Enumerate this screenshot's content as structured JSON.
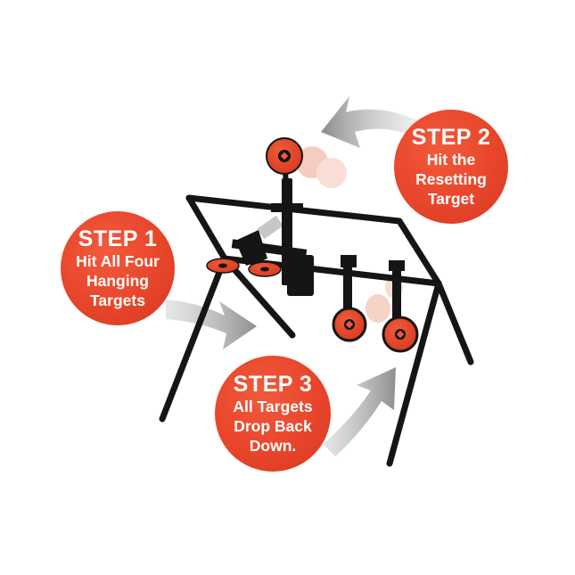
{
  "steps": [
    {
      "title": "STEP 1",
      "lines": [
        "Hit All Four",
        "Hanging",
        "Targets"
      ]
    },
    {
      "title": "STEP 2",
      "lines": [
        "Hit the",
        "Resetting",
        "Target"
      ]
    },
    {
      "title": "STEP 3",
      "lines": [
        "All Targets",
        "Drop Back",
        "Down."
      ]
    }
  ],
  "colors": {
    "bubble": "#e8452b",
    "target": "#e8452b",
    "frame": "#151515",
    "arrow": "#9b9b9b"
  }
}
